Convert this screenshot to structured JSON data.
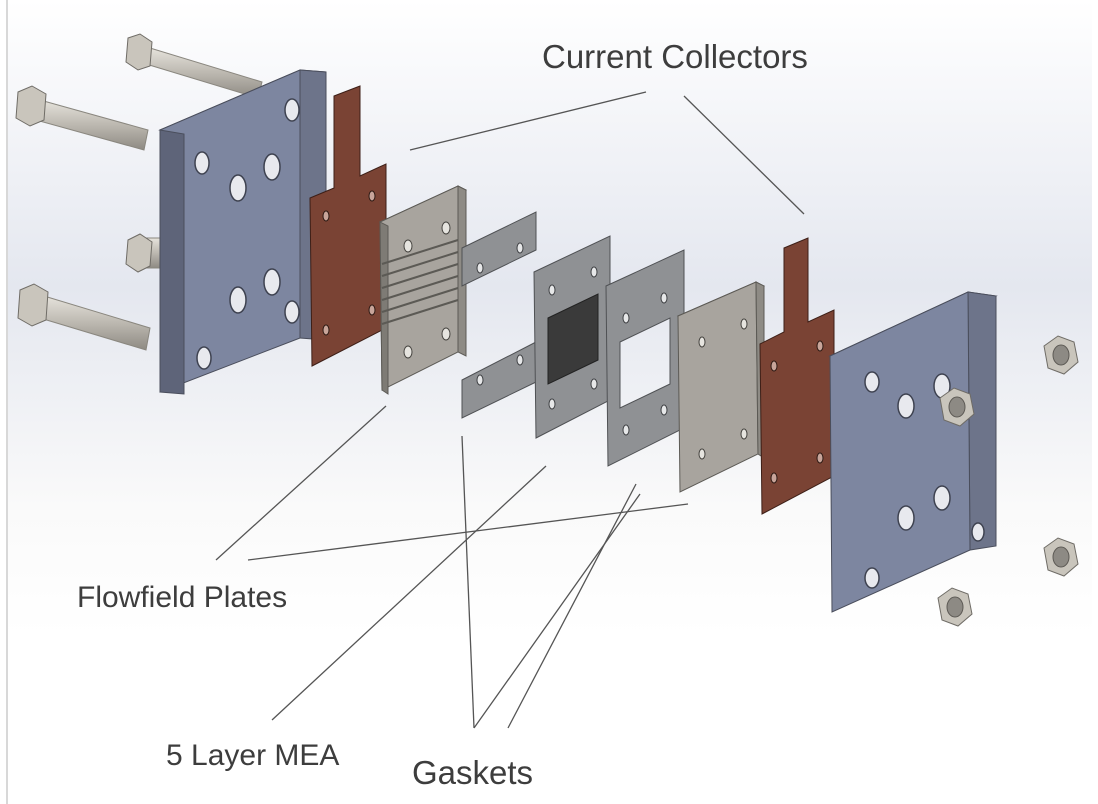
{
  "labels": {
    "current_collectors": "Current Collectors",
    "flowfield_plates": "Flowfield Plates",
    "mea": "5 Layer MEA",
    "gaskets": "Gaskets"
  },
  "colors": {
    "end_plate": "#7d86a0",
    "current_collector": "#7a4334",
    "flowfield_plate": "#a8a49e",
    "gasket": "#8f9194",
    "mea_active_area": "#3a3a3a",
    "hardware": "#b8b5ae",
    "leader_line": "#555555"
  }
}
